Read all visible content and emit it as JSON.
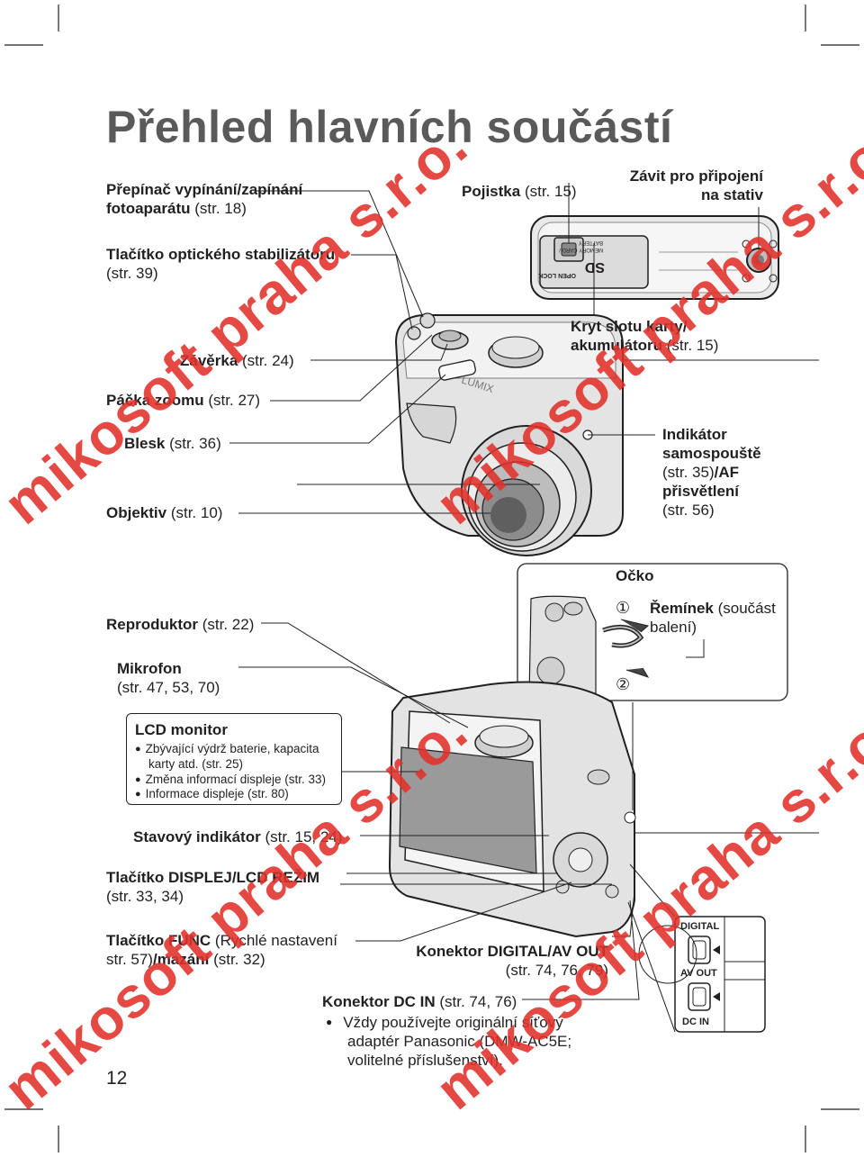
{
  "page": {
    "title": "Přehled hlavních součástí",
    "page_number": "12"
  },
  "labels": {
    "power_switch_bold": "Přepínač vypínání/zapínání",
    "power_switch_bold2": "fotoaparátu",
    "power_switch_ref": "(str. 18)",
    "ois_bold": "Tlačítko optického stabilizátoru",
    "ois_ref": "(str. 39)",
    "shutter_bold": "Závěrka",
    "shutter_ref": "(str. 24)",
    "zoom_bold": "Páčka zoomu",
    "zoom_ref": "(str. 27)",
    "flash_bold": "Blesk",
    "flash_ref": "(str. 36)",
    "lens_bold": "Objektiv",
    "lens_ref": "(str. 10)",
    "fuse_bold": "Pojistka",
    "fuse_ref": "(str. 15)",
    "tripod_line1": "Závit pro připojení",
    "tripod_line2": "na stativ",
    "card_cover_line1": "Kryt slotu karty/",
    "card_cover_line2_bold": "akumulátoru",
    "card_cover_ref": "(str. 15)",
    "self_timer_line1": "Indikátor",
    "self_timer_line2": "samospouště",
    "self_timer_line3_ref": "(str. 35)",
    "self_timer_line3_bold": "/AF",
    "self_timer_line4": "přisvětlení",
    "self_timer_line5": "(str. 56)",
    "speaker_bold": "Reproduktor",
    "speaker_ref": "(str. 22)",
    "mic_bold": "Mikrofon",
    "mic_ref": "(str. 47, 53, 70)",
    "lcd_title": "LCD monitor",
    "lcd_b1_line1": "Zbývající výdrž baterie, kapacita",
    "lcd_b1_line2": "karty atd. (str. 25)",
    "lcd_b2": "Změna informací displeje (str. 33)",
    "lcd_b3": "Informace displeje (str. 80)",
    "status_bold": "Stavový indikátor",
    "status_ref": "(str. 15, 24)",
    "display_bold": "Tlačítko DISPLEJ/LCD REŽIM",
    "display_ref": "(str. 33, 34)",
    "func_bold": "Tlačítko FUNC",
    "func_normal": "(Rychlé nastavení",
    "func_line2_ref": "str. 57)",
    "func_line2_bold": "/mazání",
    "func_line2_ref2": "(str. 32)",
    "digital_bold": "Konektor DIGITAL/AV OUT",
    "digital_ref": "(str. 74, 76, 79)",
    "dcin_bold": "Konektor DC IN",
    "dcin_ref": "(str. 74, 76)",
    "dcin_note_line1": "Vždy používejte originální síťový",
    "dcin_note_line2": "adaptér Panasonic (DMW-AC5E;",
    "dcin_note_line3": "volitelné příslušenství)."
  },
  "eyelet": {
    "title": "Očko",
    "marker1": "①",
    "marker2": "②",
    "strap_bold": "Řemínek",
    "strap_line1_normal": "(součást",
    "strap_line2": "balení)"
  },
  "camera_marks": {
    "brand": "LUMIX",
    "sd_text": "SD",
    "card_text1": "MEMORY CARD /",
    "card_text2": "BATTERY",
    "open": "OPEN",
    "lock": "LOCK",
    "digital": "DIGITAL",
    "av_out": "AV OUT",
    "dc_in": "DC IN"
  },
  "watermark": {
    "text": "mikosoft praha s.r.o.",
    "color": "#e1312a"
  }
}
